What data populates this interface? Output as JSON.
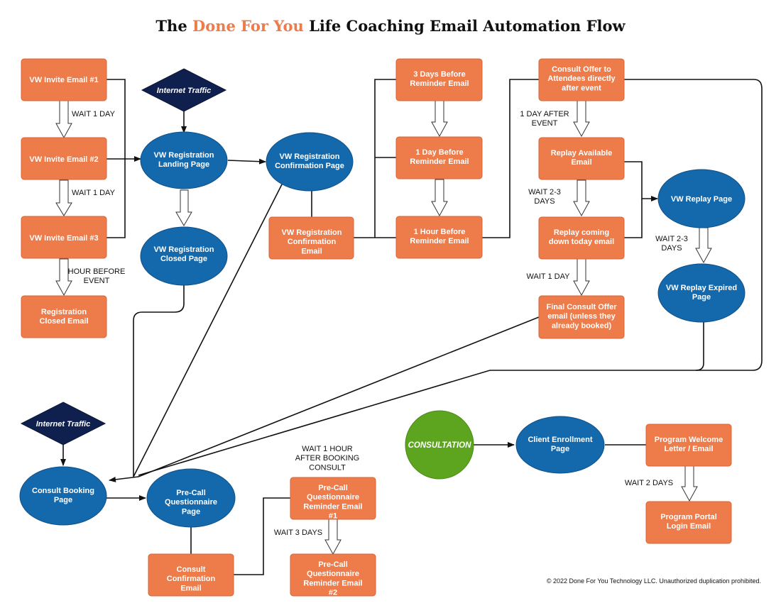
{
  "title": {
    "prefix": "The",
    "highlight": "Done For You",
    "suffix": "Life Coaching Email Automation Flow"
  },
  "colors": {
    "email_box": "#ee7b4a",
    "page_ellipse": "#1469ad",
    "traffic_diamond": "#10204e",
    "consultation": "#5da51e"
  },
  "nodes": {
    "invite1": "VW Invite Email #1",
    "invite2": "VW Invite Email #2",
    "invite3": "VW Invite Email #3",
    "reg_closed_email": "Registration Closed Email",
    "traffic_top": "Internet Traffic",
    "reg_landing": "VW Registration Landing Page",
    "reg_closed_page": "VW Registration Closed Page",
    "reg_confirm_page": "VW Registration Confirmation Page",
    "reg_confirm_email": "VW Registration Confirmation Email",
    "reminder_3d": "3 Days Before Reminder Email",
    "reminder_1d": "1 Day Before Reminder Email",
    "reminder_1h": "1 Hour Before Reminder Email",
    "consult_offer": "Consult Offer to Attendees directly after event",
    "replay_available": "Replay Available Email",
    "replay_coming_down": "Replay coming down today email",
    "final_consult": "Final Consult Offer email (unless they already booked)",
    "replay_page": "VW Replay Page",
    "replay_expired": "VW Replay Expired Page",
    "traffic_bottom": "Internet Traffic",
    "consult_booking": "Consult Booking Page",
    "precall_page": "Pre-Call Questionnaire Page",
    "consult_confirm_email": "Consult Confirmation Email",
    "precall_reminder1": "Pre-Call Questionnaire Reminder Email #1",
    "precall_reminder2": "Pre-Call Questionnaire Reminder Email #2",
    "consultation": "CONSULTATION",
    "client_enrollment": "Client Enrollment Page",
    "program_welcome": "Program Welcome Letter / Email",
    "program_portal": "Program Portal Login Email"
  },
  "wait_labels": {
    "invite_1_2": "WAIT 1 DAY",
    "invite_2_3": "WAIT 1 DAY",
    "hour_before": "HOUR BEFORE EVENT",
    "day_after": "1 DAY AFTER EVENT",
    "wait_2_3_days_a": "WAIT 2-3 DAYS",
    "wait_1_day_b": "WAIT 1 DAY",
    "wait_2_3_days_b": "WAIT 2-3 DAYS",
    "wait_1_hour": "WAIT 1 HOUR AFTER BOOKING CONSULT",
    "wait_3_days": "WAIT 3 DAYS",
    "wait_2_days": "WAIT 2 DAYS"
  },
  "copyright": "© 2022 Done For You Technology LLC. Unauthorized duplication prohibited."
}
